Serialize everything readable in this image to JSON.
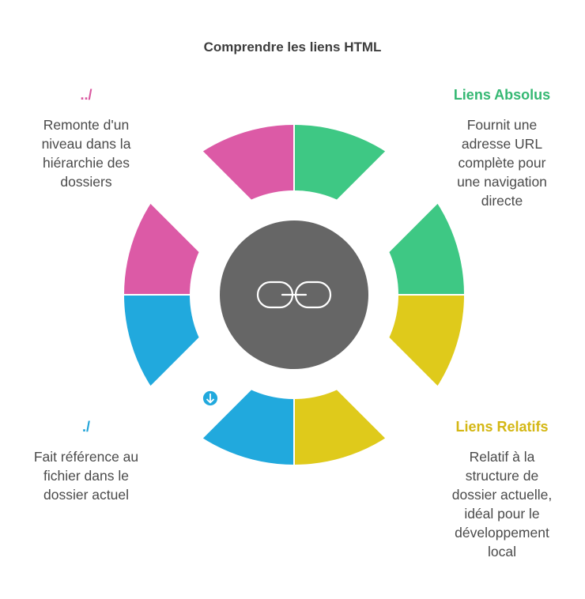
{
  "title": "Comprendre les liens HTML",
  "colors": {
    "pink": "#dc5aa6",
    "green": "#3ec884",
    "yellow": "#dfca1b",
    "blue": "#21a9dd",
    "center": "#666666"
  },
  "quadrants": {
    "top_left": {
      "title": "../",
      "description": "Remonte d'un\nniveau dans la\nhiérarchie des\ndossiers",
      "icon": "dotted-arrows-icon"
    },
    "top_right": {
      "title": "Liens Absolus",
      "description": "Fournit une\nadresse URL\ncomplète pour\nune navigation\ndirecte",
      "icon": "globe-pin-icon"
    },
    "bottom_left": {
      "title": "./",
      "description": "Fait référence au\nfichier dans le\ndossier actuel",
      "icon": "file-download-icon"
    },
    "bottom_right": {
      "title": "Liens Relatifs",
      "description": "Relatif à la\nstructure de\ndossier actuelle,\nidéal pour le\ndéveloppement\nlocal",
      "icon": "diagonal-arrow-icon"
    }
  },
  "center_icon": "chain-link-icon"
}
